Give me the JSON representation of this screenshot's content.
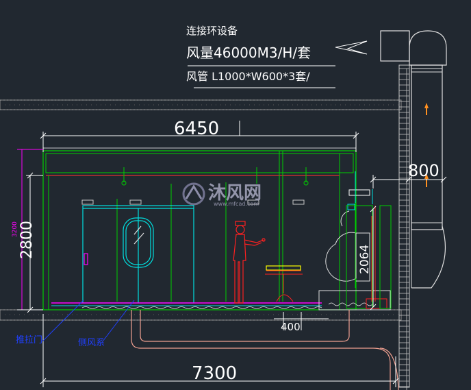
{
  "annotation": {
    "line1": "连接环设备",
    "line2": "风量46000M3/H/套",
    "line3": "风管  L1000*W600*3套/"
  },
  "dimensions": {
    "top_width": "6450",
    "height_outer": "3200",
    "height_inner": "2800",
    "duct_gap": "800",
    "equipment_height": "2064",
    "offset_bottom": "400",
    "bottom_total": "7300"
  },
  "labels": {
    "door": "推拉门",
    "floor": "侧风系"
  },
  "watermark": {
    "brand": "沐风网",
    "url": "www.mfcad.com"
  },
  "colors": {
    "background": "#212830",
    "structure_green": "#00d000",
    "door_cyan": "#00e0e0",
    "person_red": "#ff2020",
    "dimension_white": "#ffffff",
    "magenta": "#ff00ff",
    "label_blue": "#2040ff",
    "pipe_salmon": "#f0a090",
    "hatch_gray": "#a8a8a8"
  }
}
